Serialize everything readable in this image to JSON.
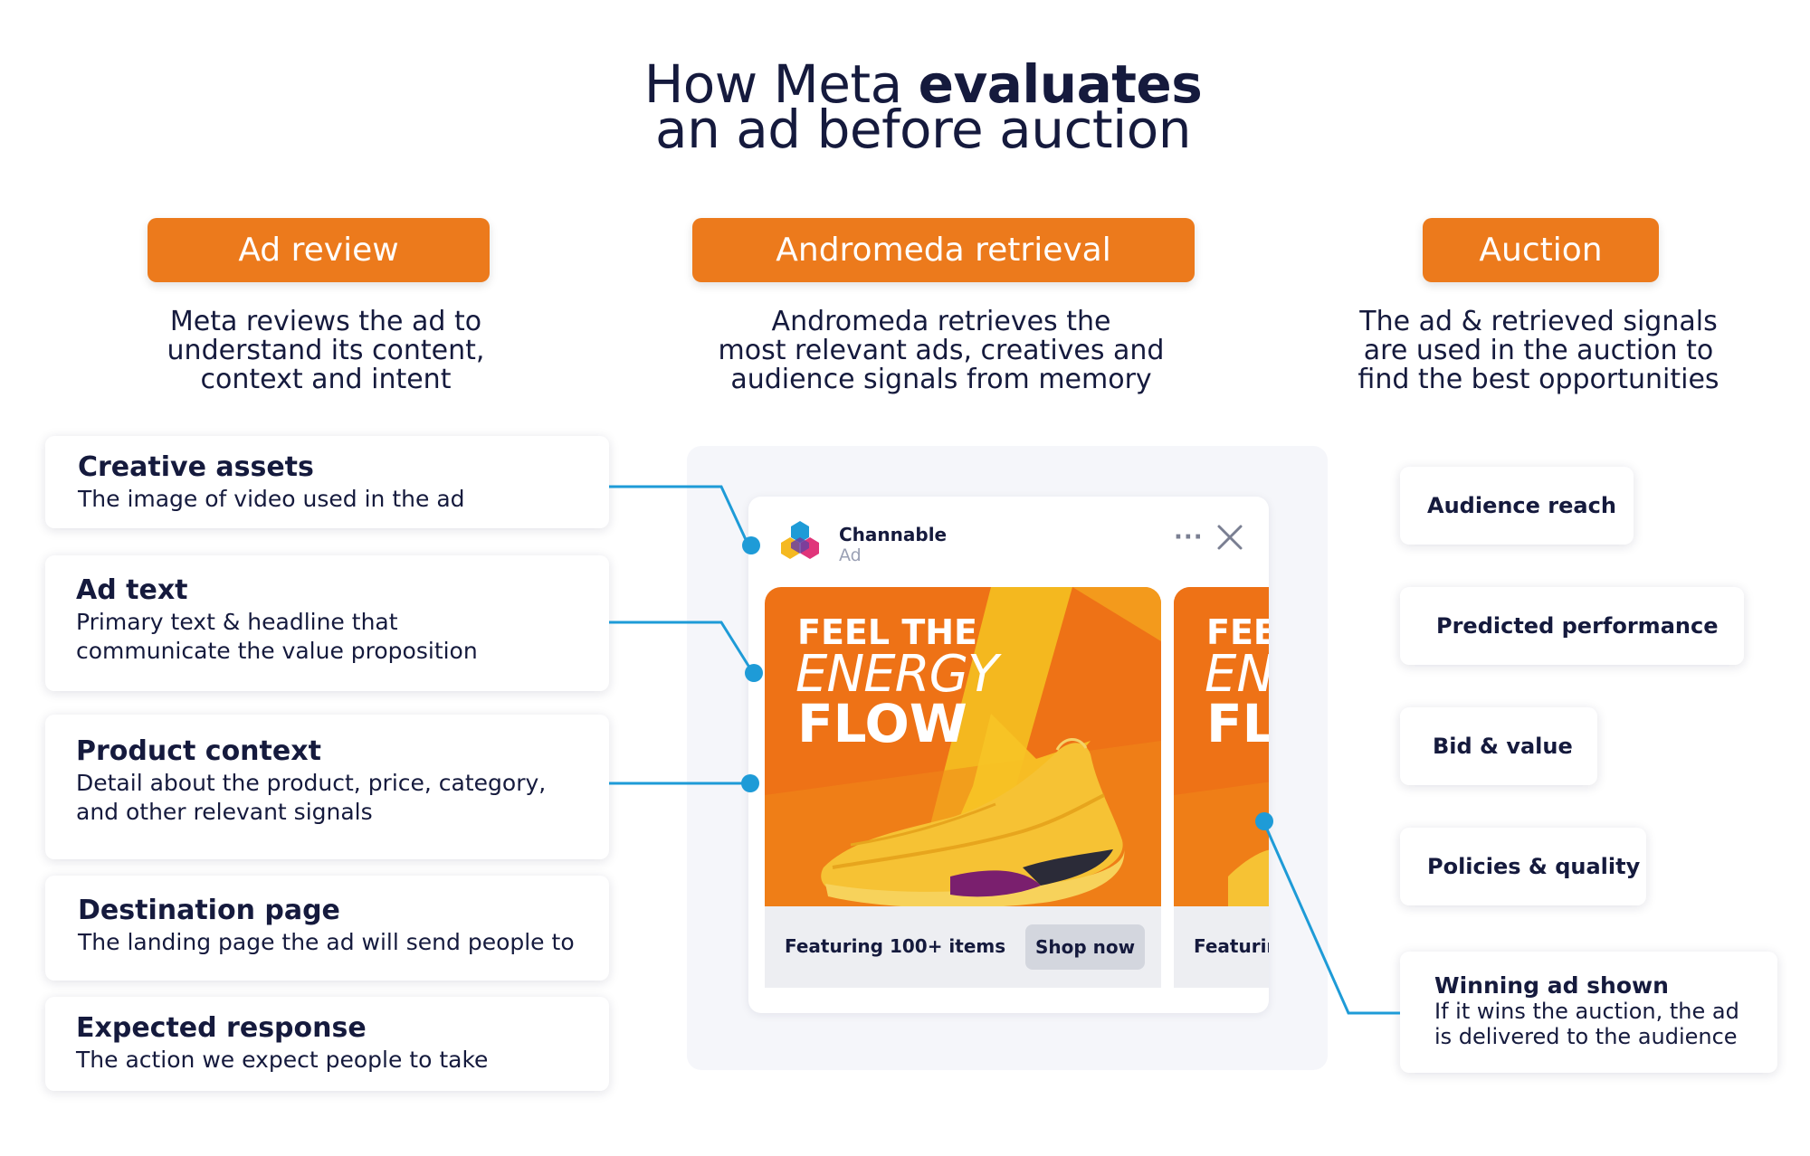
{
  "title": {
    "part1": "How Meta ",
    "bold": "evaluates",
    "line2": "an ad before auction"
  },
  "columns": {
    "review": {
      "label": "Ad review",
      "desc": [
        "Meta reviews the ad to",
        "understand its content,",
        "context and intent"
      ]
    },
    "retrieval": {
      "label": "Andromeda retrieval",
      "desc": [
        "Andromeda retrieves the",
        "most relevant ads, creatives and",
        "audience signals from memory"
      ]
    },
    "auction": {
      "label": "Auction",
      "desc": [
        "The ad & retrieved signals",
        "are used in the auction to",
        "find the best opportunities"
      ]
    }
  },
  "review_items": [
    {
      "title": "Creative assets",
      "desc": [
        "The image of video used in the ad"
      ]
    },
    {
      "title": "Ad text",
      "desc": [
        "Primary text & headline that",
        "communicate the value proposition"
      ]
    },
    {
      "title": "Product context",
      "desc": [
        "Detail about the product, price, category,",
        "and other relevant signals"
      ]
    },
    {
      "title": "Destination page",
      "desc": [
        "The landing page the ad will send people to"
      ]
    },
    {
      "title": "Expected response",
      "desc": [
        "The action we expect people to take"
      ]
    }
  ],
  "ad_preview": {
    "brand": "Channable",
    "sponsored": "Ad",
    "headline": {
      "line1": "FEEL THE",
      "line2": "ENERGY",
      "line3": "FLOW"
    },
    "footer_text": "Featuring 100+ items",
    "cta": "Shop now",
    "second_headline": {
      "line1": "FEE",
      "line2": "EN",
      "line3": "FL"
    },
    "second_footer": "Featurin"
  },
  "auction_signals": [
    {
      "label": "Audience reach"
    },
    {
      "label": "Predicted performance"
    },
    {
      "label": "Bid & value"
    },
    {
      "label": "Policies & quality"
    }
  ],
  "winning": {
    "title": "Winning ad shown",
    "desc": [
      "If it wins the auction, the ad",
      "is delivered to the audience"
    ]
  },
  "colors": {
    "accent": "#ec7a1c",
    "connector": "#1e9bd7",
    "navy": "#151a3d",
    "panel": "#f5f6fa"
  },
  "icons": {
    "more": "more-dots-icon",
    "close": "close-icon",
    "logo": "channable-logo-icon"
  }
}
